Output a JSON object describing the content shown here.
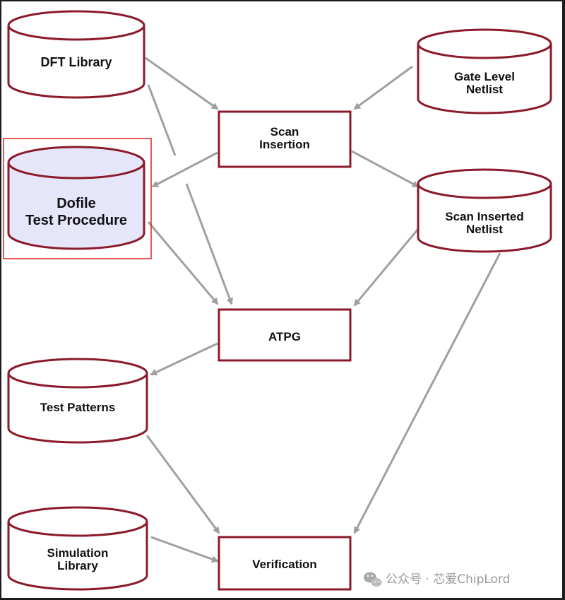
{
  "diagram": {
    "colors": {
      "border": "#8b1a2b",
      "arrow": "#a0a0a0",
      "highlight_fill": "#e6e6fa",
      "highlight_frame": "#e02020"
    },
    "nodes": {
      "dft_library": [
        "DFT Library"
      ],
      "gate_level_netlist": [
        "Gate Level",
        "Netlist"
      ],
      "scan_insertion": [
        "Scan",
        "Insertion"
      ],
      "dofile_test_procedure": [
        "Dofile",
        "Test Procedure"
      ],
      "scan_inserted_netlist": [
        "Scan Inserted",
        "Netlist"
      ],
      "atpg": [
        "ATPG"
      ],
      "test_patterns": [
        "Test Patterns"
      ],
      "simulation_library": [
        "Simulation",
        "Library"
      ],
      "verification": [
        "Verification"
      ]
    },
    "highlighted_node": "dofile_test_procedure"
  },
  "watermark": {
    "icon": "wechat-icon",
    "text": "公众号 · 芯爱ChipLord"
  }
}
